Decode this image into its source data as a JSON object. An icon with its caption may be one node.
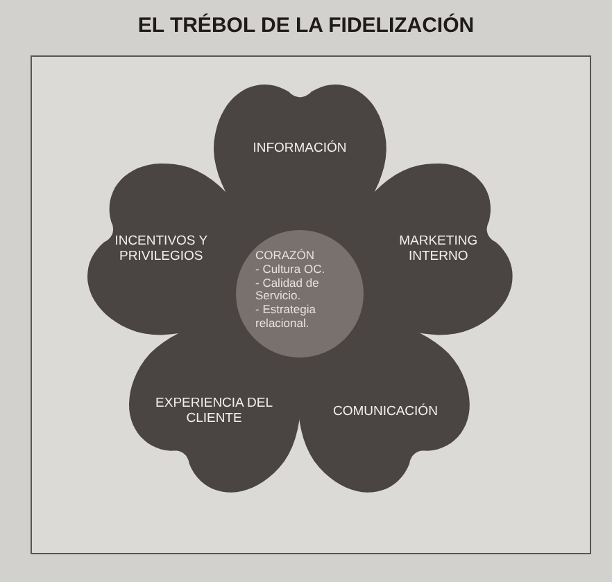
{
  "diagram": {
    "title": "EL TRÉBOL DE LA FIDELIZACIÓN",
    "nodes": [
      {
        "text": [
          "INFORMACIÓN"
        ]
      },
      {
        "text": [
          "INCENTIVOS Y PRIVILEGIOS"
        ]
      },
      {
        "text": [
          "CORAZÓN",
          "- Cultura OC.",
          "- Calidad de Servicio.",
          "- Estrategia relacional."
        ]
      },
      {
        "text": [
          "MARKETING INTERNO"
        ]
      },
      {
        "text": [
          "EXPERIENCIA DEL CLIENTE"
        ]
      },
      {
        "text": [
          "COMUNICACIÓN"
        ]
      }
    ]
  }
}
